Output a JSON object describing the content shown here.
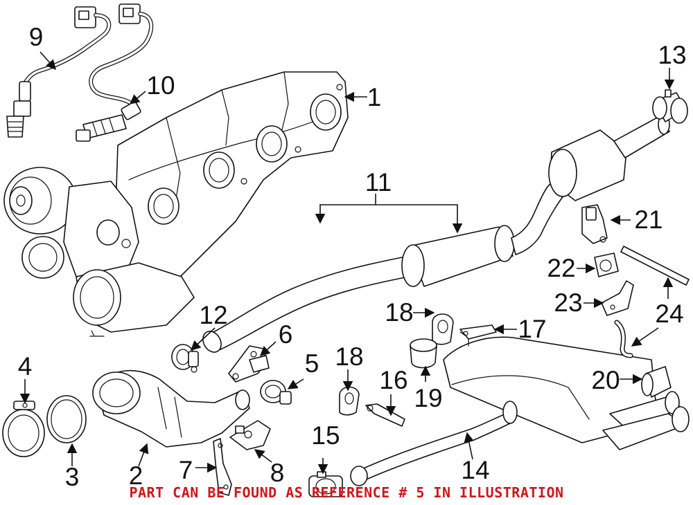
{
  "diagram": {
    "callouts": [
      "1",
      "2",
      "3",
      "4",
      "5",
      "6",
      "7",
      "8",
      "9",
      "10",
      "11",
      "12",
      "13",
      "14",
      "15",
      "16",
      "17",
      "18",
      "18",
      "19",
      "20",
      "21",
      "22",
      "23",
      "24"
    ],
    "note": "PART CAN BE FOUND AS REFERENCE # 5 IN ILLUSTRATION",
    "colors": {
      "line": "#111111",
      "note": "#d0161a",
      "background": "#ffffff"
    }
  }
}
